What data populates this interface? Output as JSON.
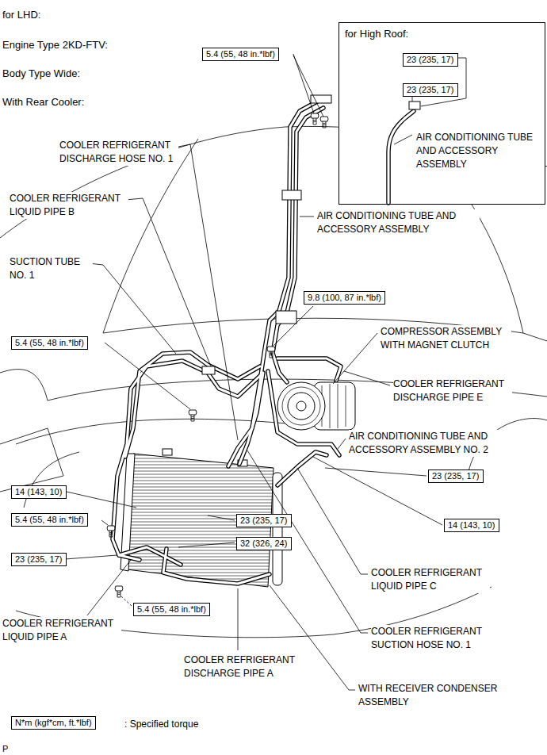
{
  "diagram": {
    "nodes": [
      {
        "text": [
          "for High Roof:",
          "AIR CONDITIONING TUBE AND ACCESSORY ASSEMBLY"
        ]
      },
      {
        "text": [
          "23 (235, 17)"
        ],
        "in": 0
      },
      {
        "text": [
          "23 (235, 17)"
        ],
        "in": 0
      },
      {
        "text": [
          "5.4 (55, 48 in.*lbf)"
        ]
      },
      {
        "text": [
          "9.8 (100, 87 in.*lbf)"
        ]
      },
      {
        "text": [
          "5.4 (55, 48 in.*lbf)"
        ]
      },
      {
        "text": [
          "23 (235, 17)"
        ]
      },
      {
        "text": [
          "14 (143, 10)"
        ]
      },
      {
        "text": [
          "5.4 (55, 48 in.*lbf)"
        ]
      },
      {
        "text": [
          "23 (235, 17)"
        ]
      },
      {
        "text": [
          "14 (143, 10)"
        ]
      },
      {
        "text": [
          "32 (326, 24)"
        ]
      },
      {
        "text": [
          "23 (235, 17)"
        ]
      },
      {
        "text": [
          "5.4 (55, 48 in.*lbf)"
        ]
      },
      {
        "text": [
          "N*m (kgf*cm, ft.*lbf)"
        ]
      }
    ],
    "labels": [
      "for LHD:",
      "Engine Type 2KD-FTV:",
      "Body Type Wide:",
      "With Rear Cooler:",
      "COOLER REFRIGERANT DISCHARGE HOSE NO. 1",
      "COOLER REFRIGERANT LIQUID PIPE B",
      "AIR CONDITIONING TUBE AND ACCESSORY ASSEMBLY",
      "SUCTION TUBE NO. 1",
      "COMPRESSOR ASSEMBLY WITH MAGNET CLUTCH",
      "COOLER REFRIGERANT DISCHARGE PIPE E",
      "AIR CONDITIONING TUBE AND ACCESSORY ASSEMBLY NO. 2",
      "COOLER REFRIGERANT LIQUID PIPE C",
      "COOLER REFRIGERANT LIQUID PIPE A",
      "COOLER REFRIGERANT SUCTION HOSE NO. 1",
      "COOLER REFRIGERANT DISCHARGE PIPE A",
      "WITH RECEIVER CONDENSER ASSEMBLY",
      ": Specified torque",
      "P"
    ]
  }
}
